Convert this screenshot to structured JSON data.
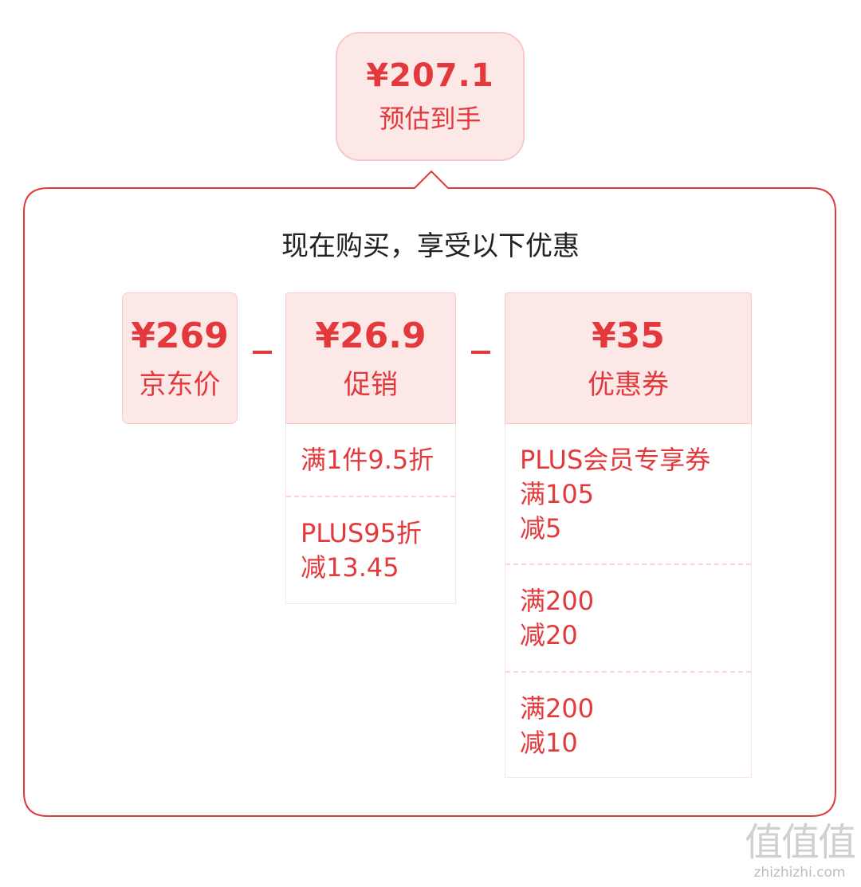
{
  "estimate": {
    "price": "¥207.1",
    "label": "预估到手"
  },
  "heading": "现在购买，享受以下优惠",
  "cards": [
    {
      "price": "¥269",
      "label": "京东价"
    },
    {
      "price": "¥26.9",
      "label": "促销"
    },
    {
      "price": "¥35",
      "label": "优惠券"
    }
  ],
  "operators": [
    "−",
    "−"
  ],
  "promotions": [
    "满1件9.5折",
    "PLUS95折\n减13.45"
  ],
  "coupons": [
    "PLUS会员专享券\n满105\n减5",
    "满200\n减20",
    "满200\n减10"
  ],
  "watermark": {
    "logo": "值值值",
    "text": "zhizhizhi.com"
  },
  "colors": {
    "accent": "#e4393c",
    "card_bg": "#fde8e8",
    "card_border": "#f7c9c9",
    "heading": "#222222"
  }
}
